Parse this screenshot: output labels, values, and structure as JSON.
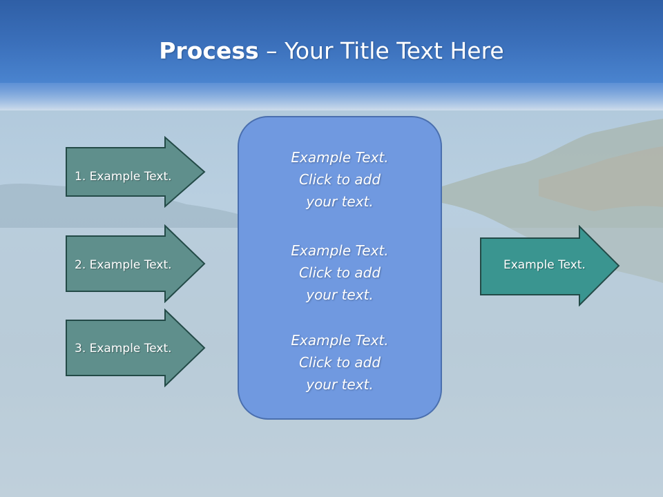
{
  "title": {
    "bold": "Process",
    "rest": " – Your Title Text Here"
  },
  "inputs": [
    {
      "label": "1. Example Text."
    },
    {
      "label": "2. Example Text."
    },
    {
      "label": "3. Example Text."
    }
  ],
  "center_panel": {
    "blocks": [
      {
        "lines": [
          "Example Text.",
          "Click  to add",
          "your text."
        ]
      },
      {
        "lines": [
          "Example Text.",
          "Click  to add",
          "your text."
        ]
      },
      {
        "lines": [
          "Example Text.",
          "Click  to add",
          "your text."
        ]
      }
    ]
  },
  "output": {
    "label": "Example Text."
  },
  "colors": {
    "input_arrow_fill": "#5f8f8c",
    "output_arrow_fill": "#3a9590",
    "arrow_border": "#234a47",
    "panel_fill": "#7099e0",
    "panel_border": "#4a6fae",
    "title_band": "#3a6db8"
  }
}
